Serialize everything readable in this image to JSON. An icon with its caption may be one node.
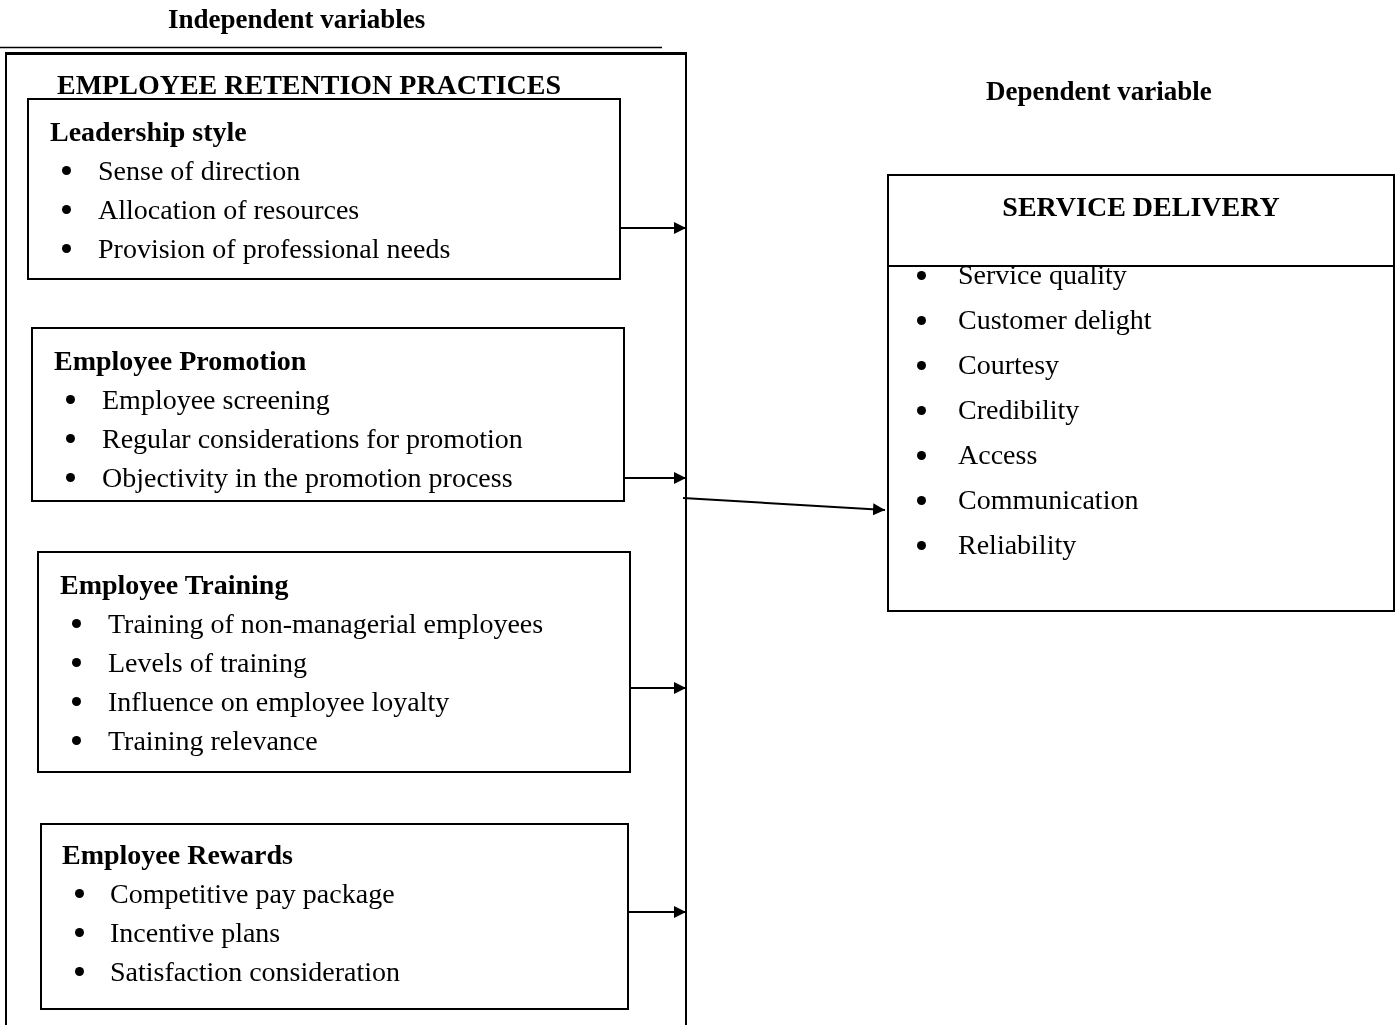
{
  "diagram": {
    "nodes": [
      {
        "text": [
          "EMPLOYEE RETENTION PRACTICES"
        ]
      },
      {
        "text": [
          "Leadership style",
          "Sense of direction",
          "Allocation of resources",
          "Provision of professional needs"
        ],
        "in": 0
      },
      {
        "text": [
          "Employee Promotion",
          "Employee screening",
          "Regular considerations for promotion",
          "Objectivity in the promotion process"
        ],
        "in": 0
      },
      {
        "text": [
          "Employee Training",
          "Training of non-managerial employees",
          "Levels of training",
          "Influence on employee loyalty",
          "Training relevance"
        ],
        "in": 0
      },
      {
        "text": [
          "Employee Rewards",
          "Competitive pay package",
          "Incentive plans",
          "Satisfaction consideration"
        ],
        "in": 0
      },
      {
        "text": [
          "SERVICE DELIVERY",
          "Service quality",
          "Customer delight",
          "Courtesy",
          "Credibility",
          "Access",
          "Communication",
          "Reliability"
        ]
      }
    ],
    "edges": [
      {
        "from": 1,
        "to": 0,
        "arrow": "to"
      },
      {
        "from": 2,
        "to": 0,
        "arrow": "to"
      },
      {
        "from": 3,
        "to": 0,
        "arrow": "to"
      },
      {
        "from": 4,
        "to": 0,
        "arrow": "to"
      },
      {
        "from": 0,
        "to": 5,
        "arrow": "to"
      }
    ],
    "labels": [
      "Independent variables",
      "Dependent variable"
    ]
  }
}
